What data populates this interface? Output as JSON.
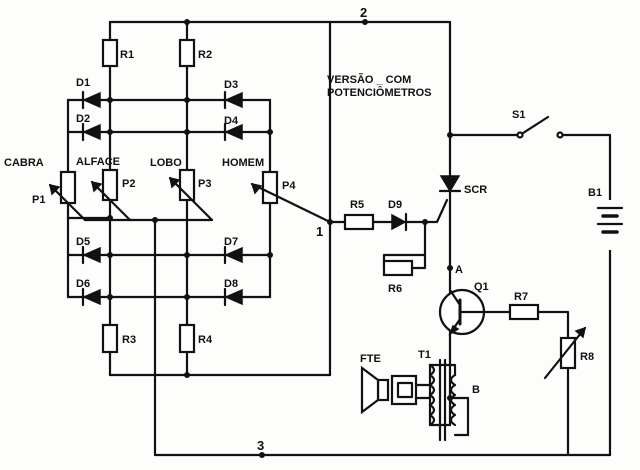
{
  "labels": {
    "node_2": "2",
    "node_1": "1",
    "node_3": "3",
    "node_a": "A",
    "node_b": "B",
    "r1": "R1",
    "r2": "R2",
    "r3": "R3",
    "r4": "R4",
    "r5": "R5",
    "r6": "R6",
    "r7": "R7",
    "r8": "R8",
    "d1": "D1",
    "d2": "D2",
    "d3": "D3",
    "d4": "D4",
    "d5": "D5",
    "d6": "D6",
    "d7": "D7",
    "d8": "D8",
    "d9": "D9",
    "p1": "P1",
    "p2": "P2",
    "p3": "P3",
    "p4": "P4",
    "cabra": "CABRA",
    "alface": "ALFACE",
    "lobo": "LOBO",
    "homem": "HOMEM",
    "scr": "SCR",
    "s1": "S1",
    "b1": "B1",
    "q1": "Q1",
    "t1": "T1",
    "fte": "FTE",
    "version_line1": "VERSÃO _ COM",
    "version_line2": "POTENCIÔMETROS"
  }
}
